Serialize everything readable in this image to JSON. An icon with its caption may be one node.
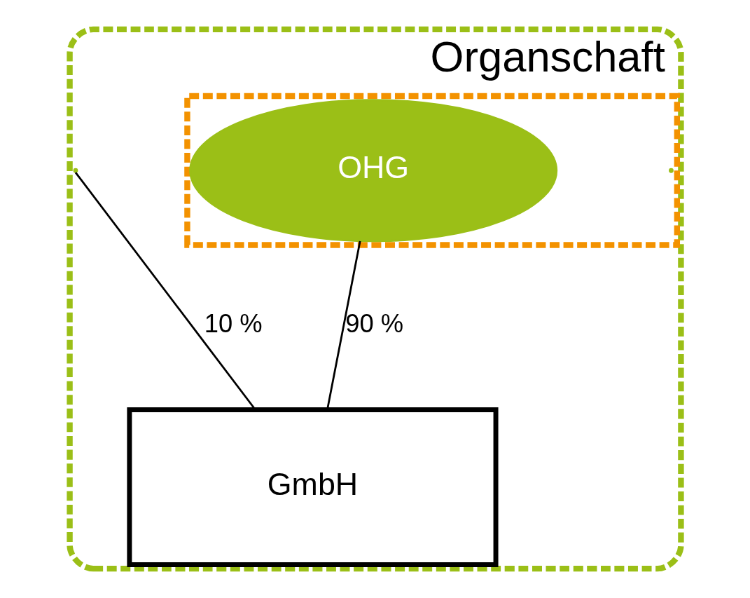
{
  "diagram": {
    "nodes": [
      {
        "text": [
          "Organschaft"
        ]
      },
      {
        "text": [],
        "shape": "box",
        "in": 0
      },
      {
        "text": [
          "OHG"
        ],
        "in": 1
      },
      {
        "text": [
          "GmbH"
        ],
        "in": 0
      }
    ],
    "edges": [
      {
        "from": 3,
        "to": 0,
        "arrow": "none",
        "label": "10 %"
      },
      {
        "from": 3,
        "to": 2,
        "arrow": "none",
        "label": "90 %"
      }
    ]
  }
}
